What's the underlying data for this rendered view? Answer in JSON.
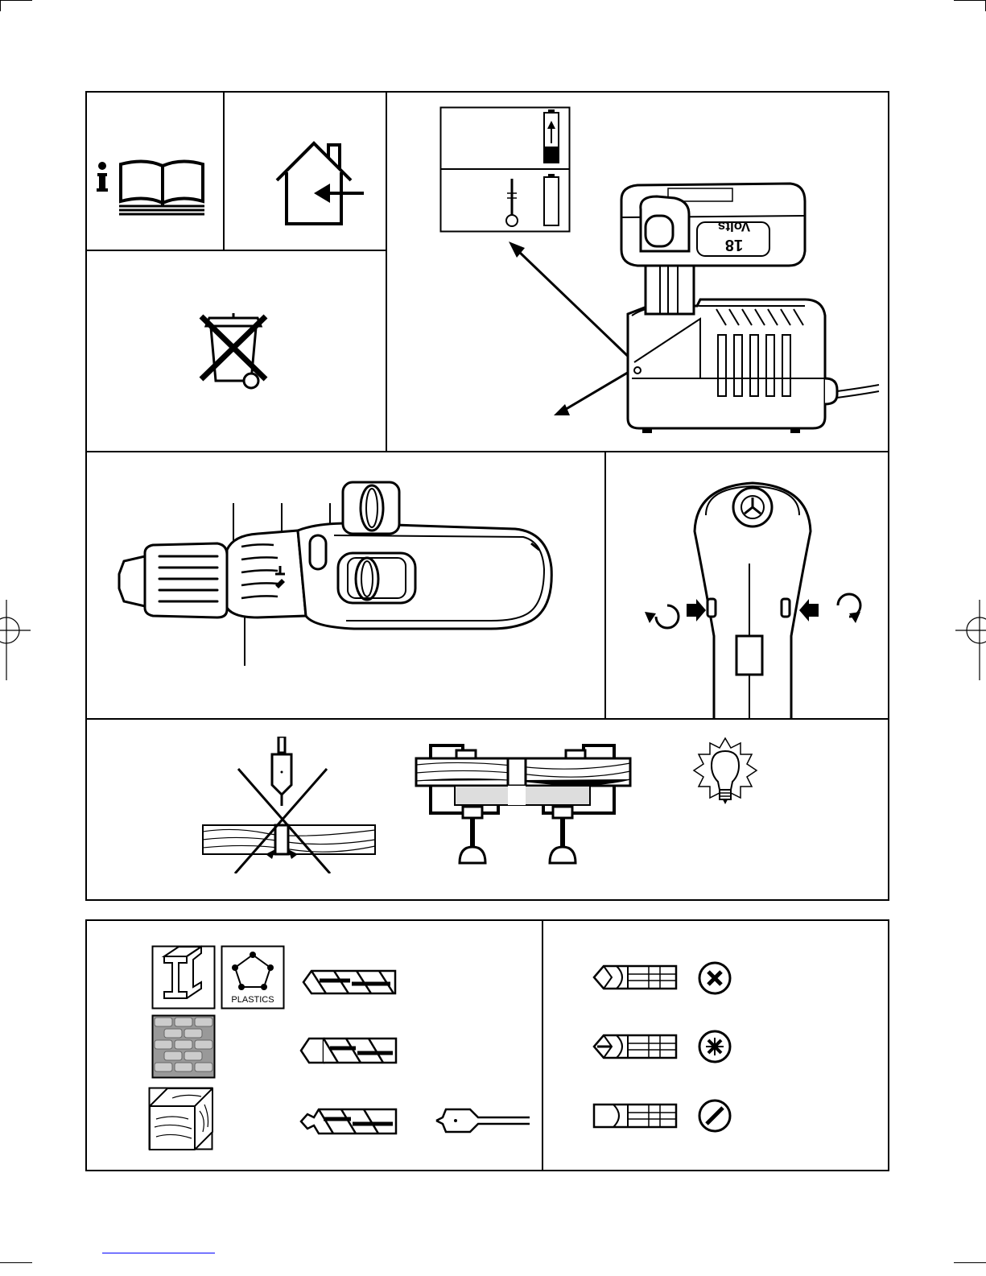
{
  "charger": {
    "label_number": "18",
    "label_unit": "Volts"
  },
  "materials": {
    "plastics_label": "PLASTICS"
  },
  "colors": {
    "ink": "#000000",
    "paper": "#ffffff",
    "footer_line": "#0000ff"
  }
}
